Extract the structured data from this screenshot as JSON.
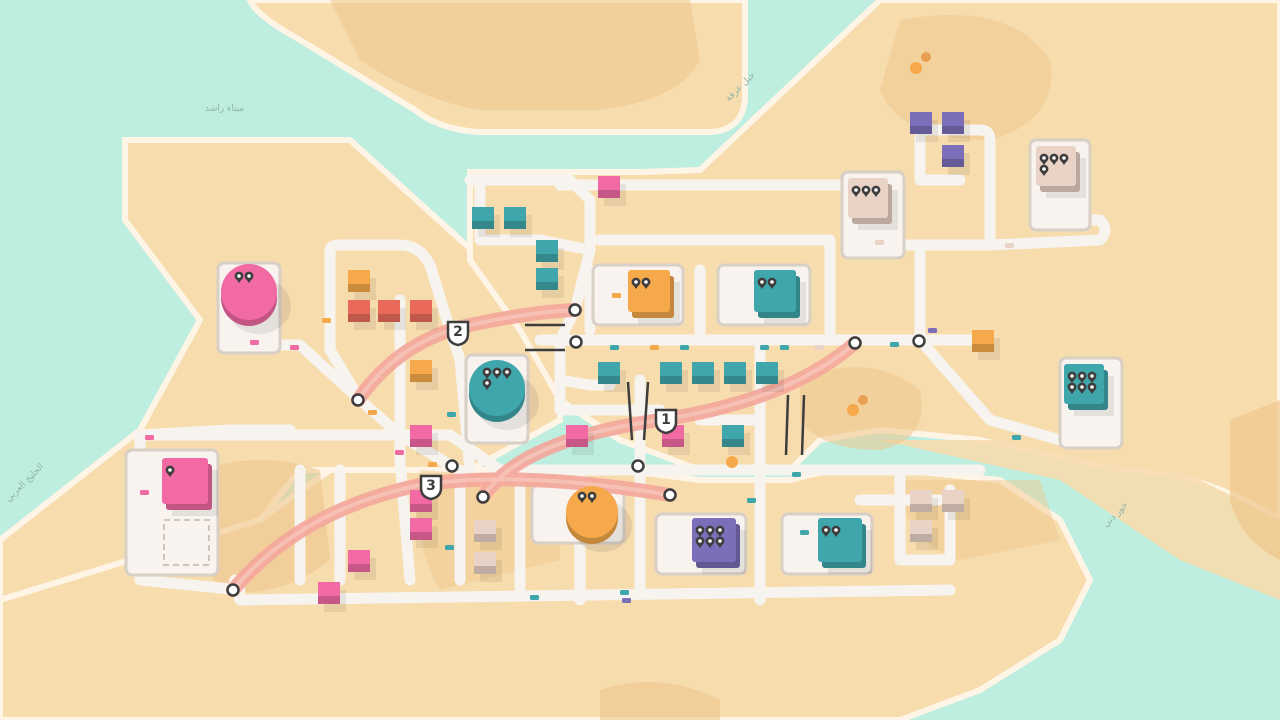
{
  "game": {
    "title": "",
    "palette": {
      "water": "#bdeee0",
      "land": "#f7dcae",
      "sand": "#efc68c",
      "road": "#f7f3ee",
      "motorway": "#f4a89c",
      "pink": "#f26aa4",
      "teal": "#3fa6ab",
      "orange": "#f6a94a",
      "purple": "#7a6fb8",
      "beige": "#e9d2c6",
      "red": "#e96a5a"
    }
  },
  "map": {
    "labels": [
      {
        "text": "ميناء راشد",
        "key": "label_rashid"
      },
      {
        "text": "جبل عرفة",
        "key": "label_jebel"
      },
      {
        "text": "الخليج العربي",
        "key": "label_gulf"
      },
      {
        "text": "خور دبي",
        "key": "label_creek"
      }
    ],
    "motorways": [
      {
        "number": "1",
        "label": "1"
      },
      {
        "number": "2",
        "label": "2"
      },
      {
        "number": "3",
        "label": "3"
      }
    ],
    "destinations": [
      {
        "name": "pink-round-destination",
        "color": "pink",
        "demand_pins": 2
      },
      {
        "name": "pink-square-destination",
        "color": "pink",
        "demand_pins": 1
      },
      {
        "name": "teal-round-destination",
        "color": "teal",
        "demand_pins": 4
      },
      {
        "name": "orange-square-destination",
        "color": "orange",
        "demand_pins": 2
      },
      {
        "name": "teal-square-destination-top",
        "color": "teal",
        "demand_pins": 2
      },
      {
        "name": "beige-destination-left",
        "color": "beige",
        "demand_pins": 3
      },
      {
        "name": "beige-destination-right",
        "color": "beige",
        "demand_pins": 4
      },
      {
        "name": "teal-square-destination-right",
        "color": "teal",
        "demand_pins": 6
      },
      {
        "name": "orange-round-destination",
        "color": "orange",
        "demand_pins": 2
      },
      {
        "name": "purple-destination",
        "color": "purple",
        "demand_pins": 6
      },
      {
        "name": "teal-square-destination-bottom",
        "color": "teal",
        "demand_pins": 2
      }
    ]
  }
}
